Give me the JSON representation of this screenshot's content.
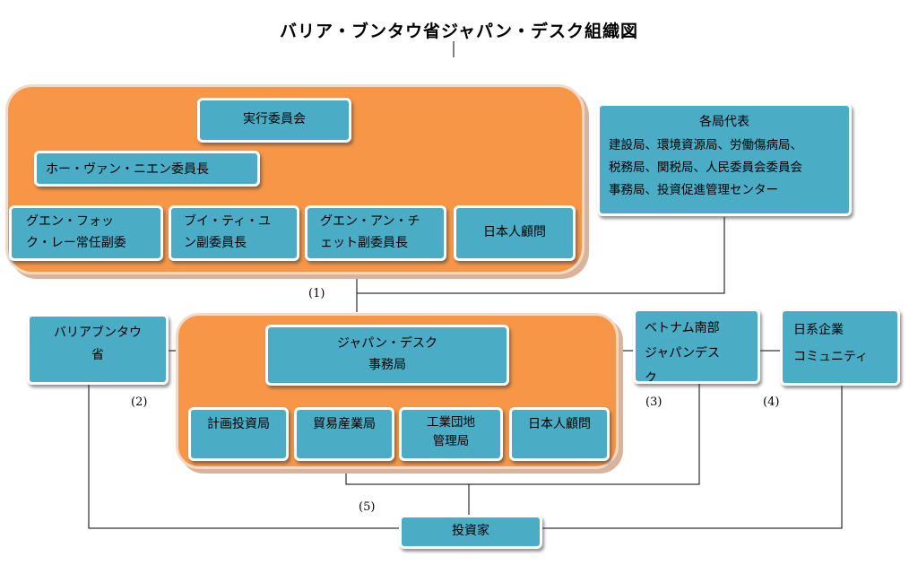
{
  "title": "バリア・ブンタウ省ジャパン・デスク組織図",
  "top_group": {
    "exec_committee": "実行委員会",
    "chair": "ホー・ヴァン・ニエン委員長",
    "members": [
      "グエン・フォッ\nク・レー常任副委",
      "ブイ・ティ・ユ\nン副委員長",
      "グエン・アン・チ\nェット副委員長",
      "日本人顧問"
    ]
  },
  "representatives": {
    "title": "各局代表",
    "body": "建設局、環境資源局、労働傷病局、\n税務局、関税局、人民委員会委員会\n事務局、投資促進管理センター"
  },
  "province": "バリアブンタウ\n省",
  "japan_desk": {
    "office": "ジャパン・デスク\n事務局",
    "depts": [
      "計画投資局",
      "貿易産業局",
      "工業団地\n管理局",
      "日本人顧問"
    ]
  },
  "south_desk": "ベトナム南部\nジャパンデス\nク",
  "community": "日系企業\nコミュニティ",
  "investor": "投資家",
  "labels": [
    "(1)",
    "(2)",
    "(3)",
    "(4)",
    "(5)"
  ]
}
